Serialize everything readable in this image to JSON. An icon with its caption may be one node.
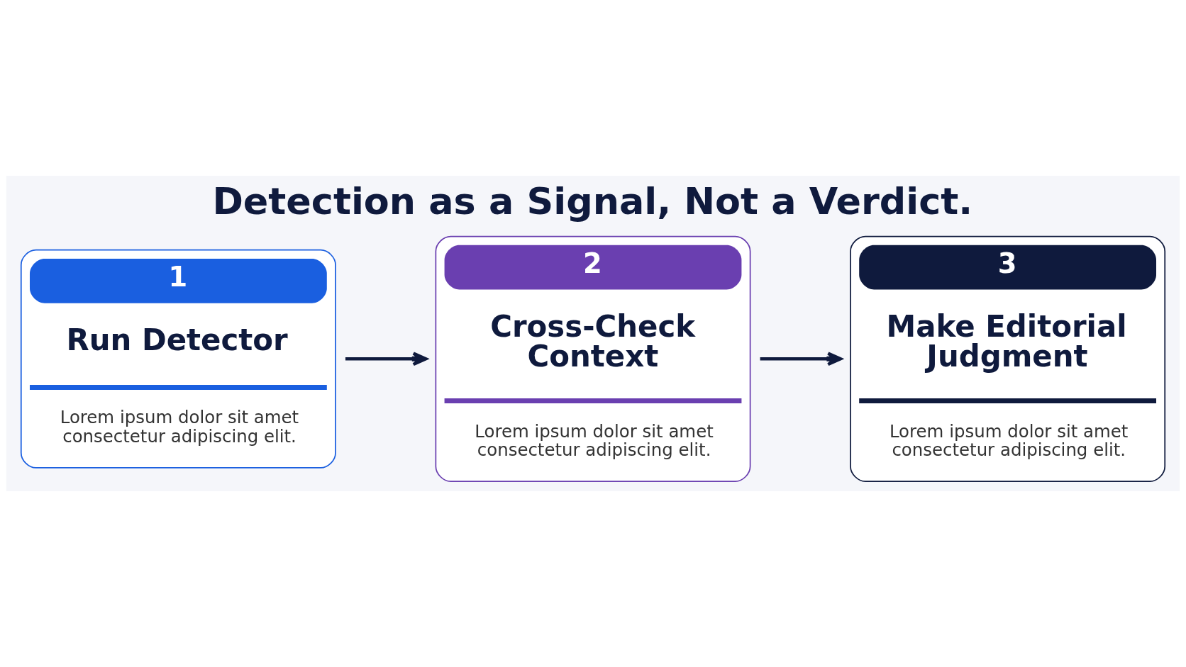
{
  "diagram": {
    "title": "Detection as a Signal, Not a Verdict.",
    "nodes": [
      {
        "text": [
          "1",
          "Run Detector",
          "Lorem ipsum dolor sit amet consectetur adipiscing elit."
        ]
      },
      {
        "text": [
          "2",
          "Cross-Check Context",
          "Lorem ipsum dolor sit amet consectetur adipiscing elit."
        ]
      },
      {
        "text": [
          "3",
          "Make Editorial Judgment",
          "Lorem ipsum dolor sit amet consectetur adipiscing elit."
        ]
      }
    ],
    "edges": [
      {
        "from": 0,
        "to": 1,
        "arrow": "to"
      },
      {
        "from": 1,
        "to": 2,
        "arrow": "to"
      }
    ]
  }
}
